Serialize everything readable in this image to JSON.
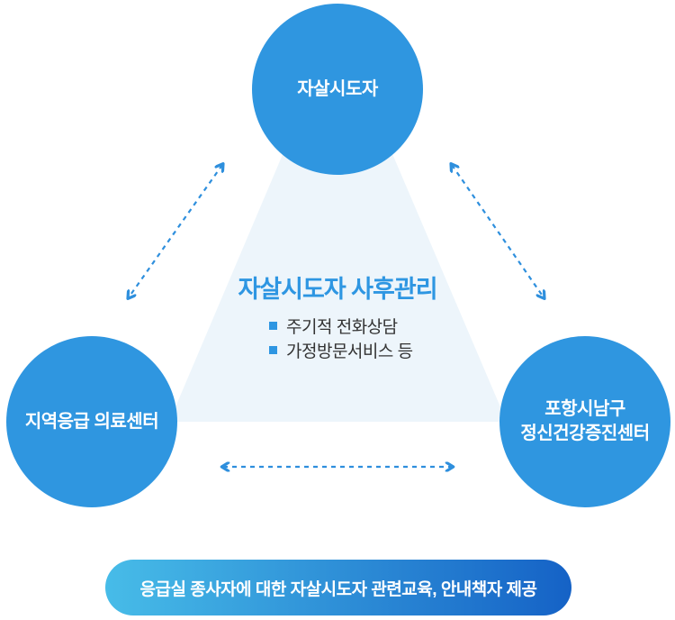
{
  "palette": {
    "circle_blue": "#2F96E0",
    "circle_text": "#FFFFFF",
    "triangle_bg": "#EDF5FB",
    "title_blue": "#2E96E2",
    "bullet_blue": "#2E96E2",
    "body_text": "#333333",
    "arrow_blue": "#2E8FDD",
    "pill_start": "#47BCE8",
    "pill_end": "#1562C6"
  },
  "nodes": {
    "top": {
      "label": "자살시도자"
    },
    "left": {
      "label": "지역응급 의료센터"
    },
    "right": {
      "label_line1": "포항시남구",
      "label_line2": "정신건강증진센터"
    }
  },
  "center": {
    "title": "자살시도자 사후관리",
    "bullets": [
      {
        "text": "주기적 전화상담"
      },
      {
        "text": "가정방문서비스 등"
      }
    ]
  },
  "footer": {
    "text": "응급실 종사자에 대한 자살시도자 관련교육, 안내책자 제공"
  },
  "icons": {
    "bullet_square": "square-bullet",
    "link_arrow": "double-headed-dashed-arrow"
  }
}
